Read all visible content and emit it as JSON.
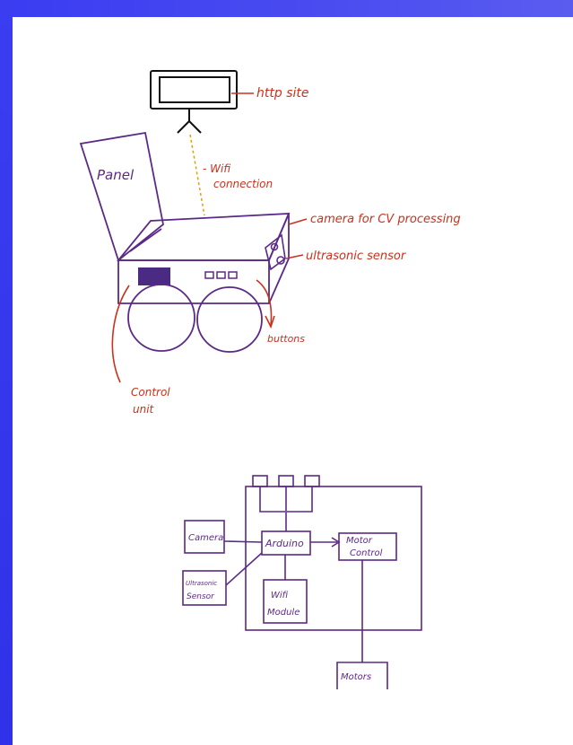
{
  "colors": {
    "sketch_stroke": "#5b2a86",
    "annotation_stroke": "#c8321e",
    "wifi_dash": "#e0a000",
    "frame_blue": "#3333ee"
  },
  "sketch": {
    "labels": {
      "http_site": "http site",
      "panel": "Panel",
      "wifi_line1": "- Wifi",
      "wifi_line2": "connection",
      "camera": "camera for CV processing",
      "ultrasonic": "ultrasonic sensor",
      "buttons": "buttons",
      "control_line1": "Control",
      "control_line2": "unit"
    }
  },
  "block_diagram": {
    "camera": "Camera",
    "arduino": "Arduino",
    "motor_control_line1": "Motor",
    "motor_control_line2": "Control",
    "ultrasonic_line1": "Ultrasonic",
    "ultrasonic_line2": "Sensor",
    "wifi_line1": "Wifi",
    "wifi_line2": "Module",
    "motors": "Motors"
  }
}
